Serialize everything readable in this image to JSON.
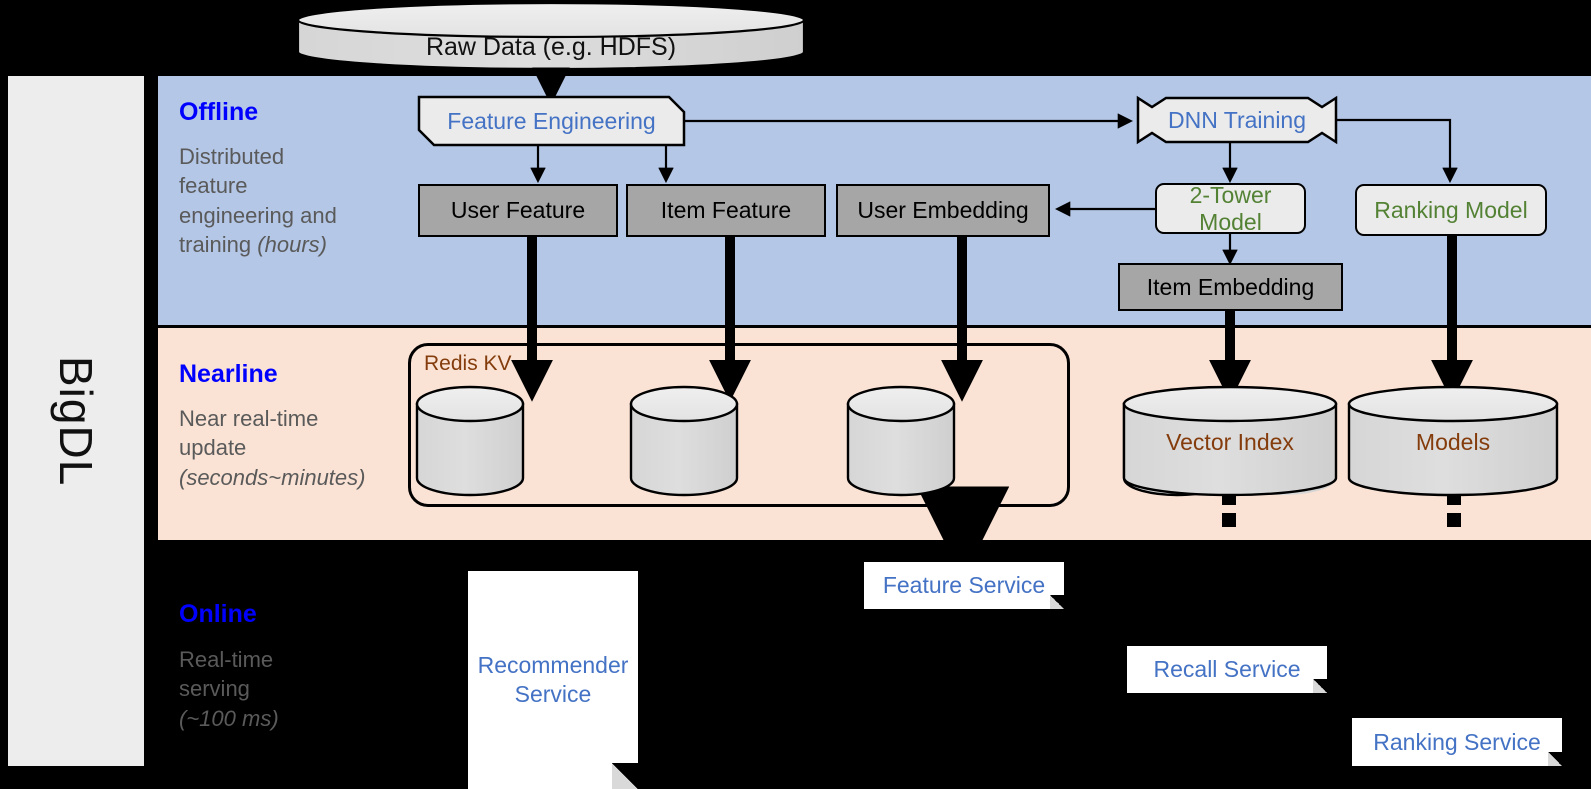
{
  "rail": {
    "label": "BigDL"
  },
  "colors": {
    "offline_band": "#b4c7e7",
    "nearline_band": "#fae3d5",
    "online_band": "#000000",
    "stage_title": "#0000ff",
    "stage_desc": "#5a5a5a",
    "green_model": "#548235",
    "blue_service": "#4472c4",
    "brown_store": "#843c0c",
    "gray_data_box": "#a6a6a6",
    "light_box": "#ebebeb"
  },
  "source": {
    "label": "Raw Data (e.g. HDFS)"
  },
  "stages": [
    {
      "key": "offline",
      "title": "Offline",
      "desc_line1": "Distributed",
      "desc_line2": "feature",
      "desc_line3": "engineering and",
      "desc_line4": "training ",
      "desc_italic": "(hours)"
    },
    {
      "key": "nearline",
      "title": "Nearline",
      "desc_line1": "Near real-time",
      "desc_line2": "update",
      "desc_italic": "(seconds~minutes)"
    },
    {
      "key": "online",
      "title": "Online",
      "desc_line1": "Real-time",
      "desc_line2": "serving",
      "desc_italic": "(~100 ms)"
    }
  ],
  "offline": {
    "feature_engineering": "Feature Engineering",
    "dnn_training": "DNN Training",
    "user_feature": "User Feature",
    "item_feature": "Item Feature",
    "user_embedding": "User Embedding",
    "two_tower_model": "2-Tower Model",
    "ranking_model": "Ranking Model",
    "item_embedding": "Item Embedding"
  },
  "nearline": {
    "redis_kv": "Redis KV",
    "store_user_feature": "",
    "store_item_feature": "",
    "store_user_embedding": "",
    "vector_index": "Vector Index",
    "models": "Models"
  },
  "online": {
    "recommender_service": "Recommender Service",
    "feature_service": "Feature Service",
    "recall_service": "Recall Service",
    "ranking_service": "Ranking Service"
  }
}
